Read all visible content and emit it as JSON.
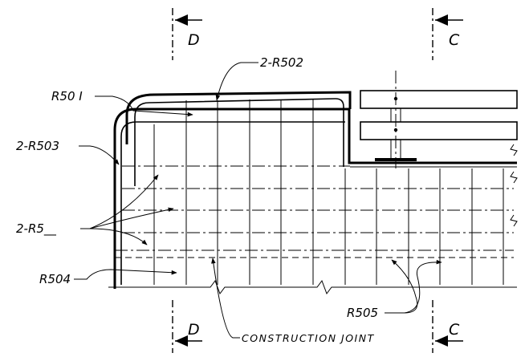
{
  "section_marks": {
    "top_left": "D",
    "top_right": "C",
    "bottom_left": "D",
    "bottom_right": "C"
  },
  "labels": {
    "r502": "2-R502",
    "r501": "R50 I",
    "r503": "2-R503",
    "r5_blank": "2-R5__",
    "r504": "R504",
    "r505": "R505",
    "construction_joint": "CONSTRUCTION JOINT"
  }
}
